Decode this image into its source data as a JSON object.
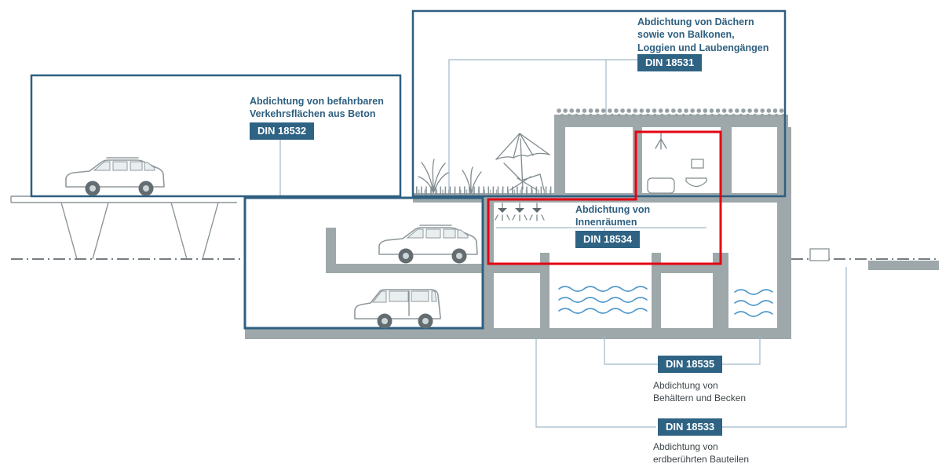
{
  "diagram": {
    "highlighted_standard": "DIN 18534"
  },
  "colors": {
    "accent_blue": "#2e5f80",
    "badge_background": "#2f6384",
    "highlight_red": "#e30613",
    "concrete_gray": "#9ea8ab",
    "water_blue": "#4f97c9"
  },
  "icons": [
    "parasol-icon",
    "deck-chair-icon",
    "shrub",
    "shower-icon",
    "bathtub-icon",
    "washbasin-icon",
    "mirror-icon",
    "ceiling-shower-icon",
    "car-station-wagon",
    "car-minivan",
    "water-waves",
    "roof-gravel"
  ],
  "standards": {
    "din18532": {
      "code": "DIN 18532",
      "title": "Abdichtung von befahrbaren\nVerkehrsflächen aus Beton"
    },
    "din18531": {
      "code": "DIN 18531",
      "title": "Abdichtung von Dächern\nsowie von Balkonen,\nLoggien und Laubengängen"
    },
    "din18534": {
      "code": "DIN 18534",
      "title": "Abdichtung von\nInnenräumen"
    },
    "din18535": {
      "code": "DIN 18535",
      "title": "Abdichtung von\nBehältern und Becken"
    },
    "din18533": {
      "code": "DIN 18533",
      "title": "Abdichtung von\nerdberührten Bauteilen"
    }
  }
}
